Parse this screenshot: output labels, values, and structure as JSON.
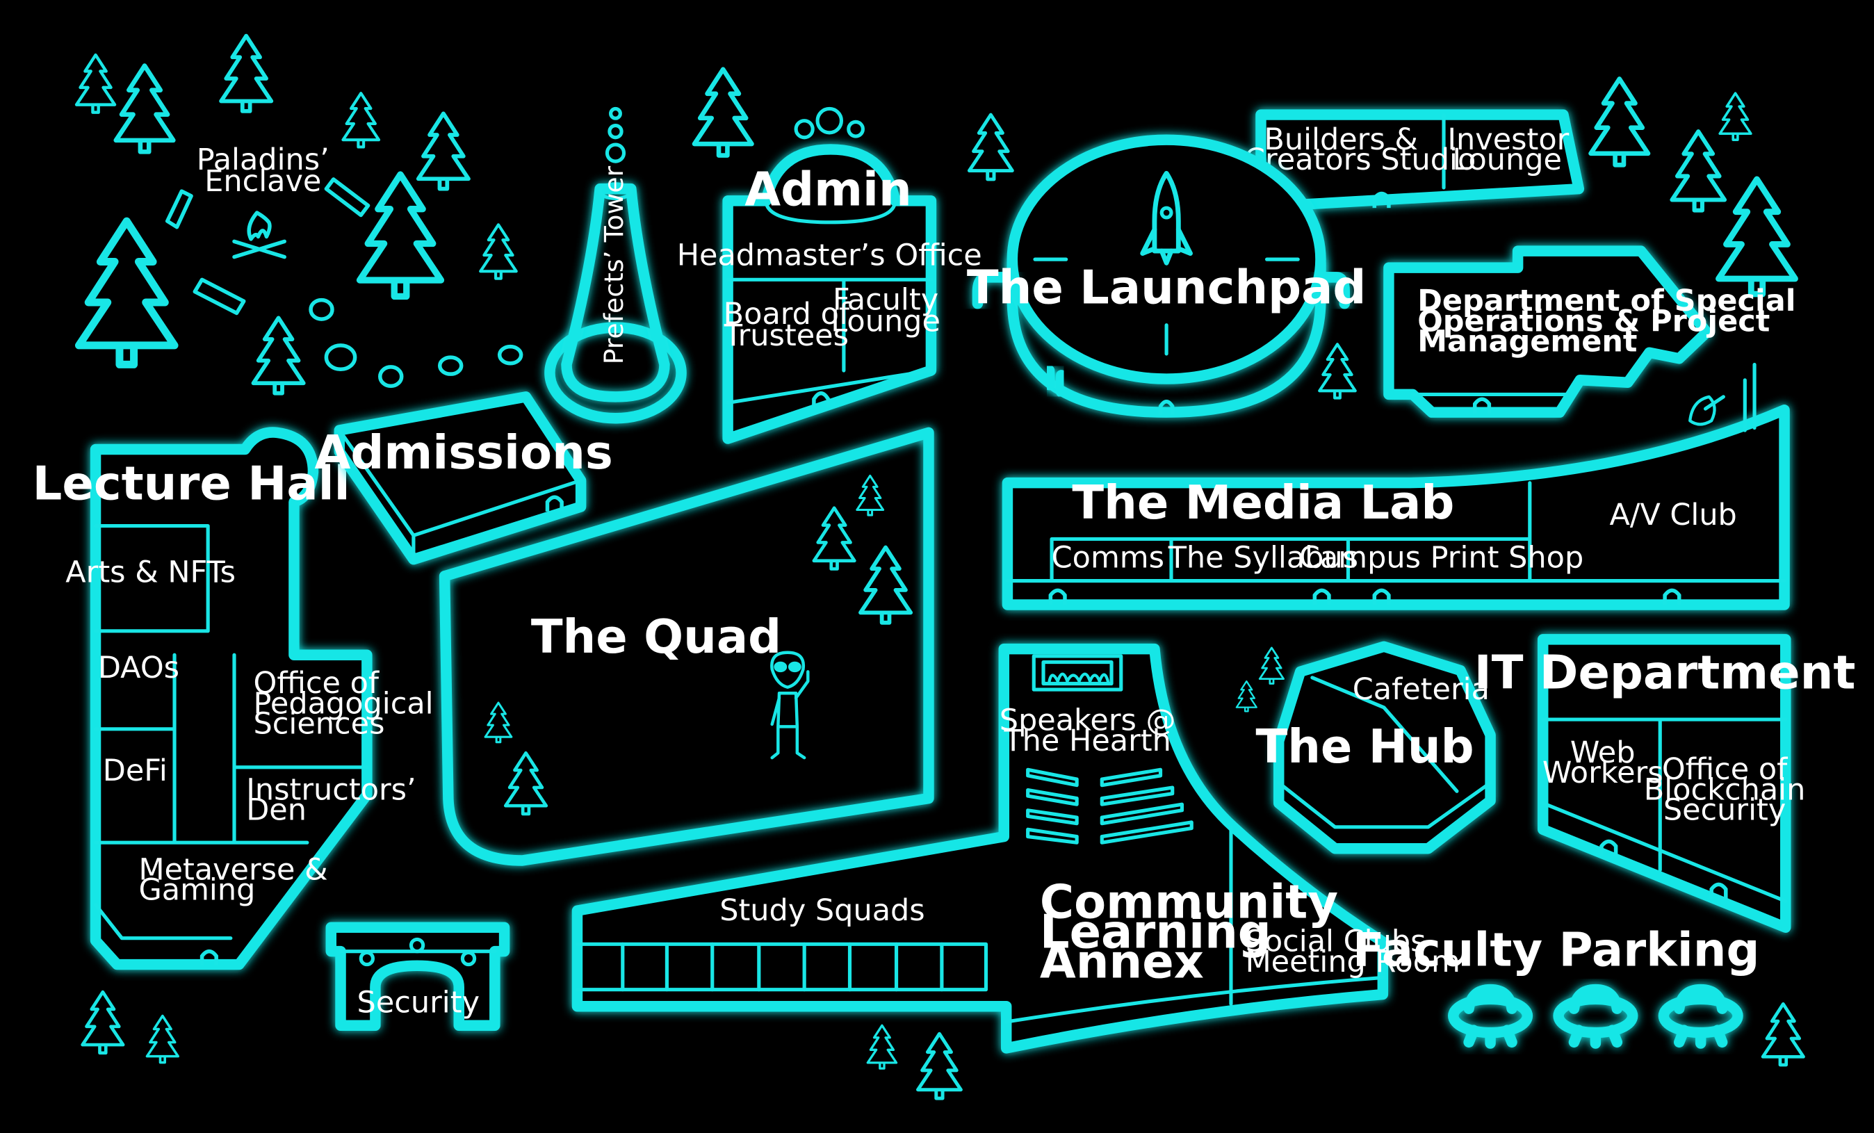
{
  "map_title": "",
  "colors": {
    "background": "#000000",
    "neon": "#19e6e6",
    "label": "#ffffff"
  },
  "buildings": {
    "lecture_hall": "Lecture Hall",
    "admissions": "Admissions",
    "admin": "Admin",
    "launchpad": "The Launchpad",
    "media_lab": "The Media Lab",
    "quad": "The Quad",
    "hub": "The Hub",
    "it_department": "IT Department",
    "community_annex_line1": "Community",
    "community_annex_line2": "Learning",
    "community_annex_line3": "Annex",
    "faculty_parking": "Faculty Parking"
  },
  "rooms": {
    "paladins_line1": "Paladins’",
    "paladins_line2": "Enclave",
    "prefects_tower": "Prefects’ Tower",
    "headmasters_office": "Headmaster’s Office",
    "board_line1": "Board of",
    "board_line2": "Trustees",
    "faculty_lounge_line1": "Faculty",
    "faculty_lounge_line2": "Lounge",
    "builders_line1": "Builders &",
    "builders_line2": "Creators Studio",
    "investor_line1": "Investor",
    "investor_line2": "Lounge",
    "dept_line1": "Department of Special",
    "dept_line2": "Operations & Project",
    "dept_line3": "Management",
    "arts_nfts": "Arts & NFTs",
    "daos": "DAOs",
    "defi": "DeFi",
    "pedagogical_line1": "Office of",
    "pedagogical_line2": "Pedagogical",
    "pedagogical_line3": "Sciences",
    "instructors_line1": "Instructors’",
    "instructors_line2": "Den",
    "metaverse_line1": "Metaverse &",
    "metaverse_line2": "Gaming",
    "security": "Security",
    "comms": "Comms",
    "syllabus": "The Syllabus",
    "print_shop": "Campus Print Shop",
    "av_club": "A/V Club",
    "speakers_line1": "Speakers @",
    "speakers_line2": "The Hearth",
    "study_squads": "Study Squads",
    "social_line1": "Social Clubs",
    "social_line2": "Meeting Room",
    "cafeteria": "Cafeteria",
    "web_line1": "Web",
    "web_line2": "Workers",
    "blockchain_line1": "Office of",
    "blockchain_line2": "Blockchain",
    "blockchain_line3": "Security"
  },
  "icons": [
    "tree-icon",
    "campfire-icon",
    "log-icon",
    "rocket-icon",
    "alien-icon",
    "ufo-icon",
    "fireplace-icon",
    "satellite-dish-icon"
  ]
}
